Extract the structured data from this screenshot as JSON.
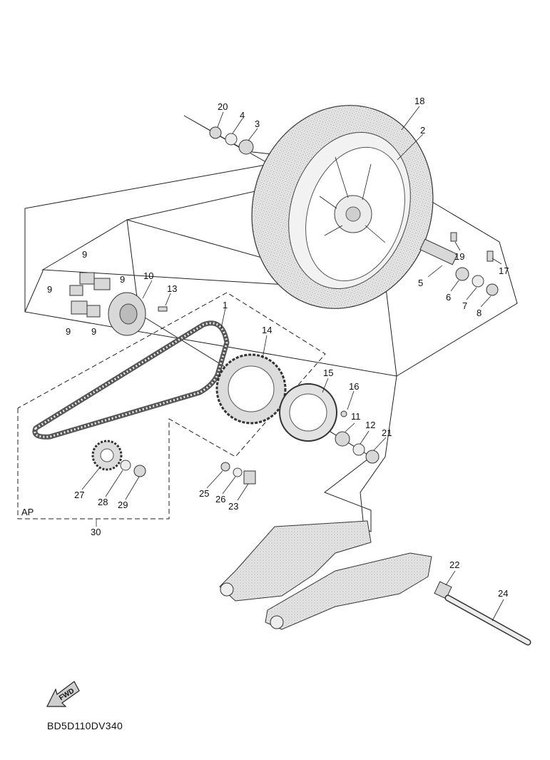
{
  "diagram_code": "BD5D110DV340",
  "assembly_label": "AP",
  "fwd_label": "FWD",
  "callouts": [
    {
      "id": "c1",
      "text": "1"
    },
    {
      "id": "c2",
      "text": "2"
    },
    {
      "id": "c3",
      "text": "3"
    },
    {
      "id": "c4",
      "text": "4"
    },
    {
      "id": "c5",
      "text": "5"
    },
    {
      "id": "c6",
      "text": "6"
    },
    {
      "id": "c7",
      "text": "7"
    },
    {
      "id": "c8",
      "text": "8"
    },
    {
      "id": "c9a",
      "text": "9"
    },
    {
      "id": "c9b",
      "text": "9"
    },
    {
      "id": "c9c",
      "text": "9"
    },
    {
      "id": "c9d",
      "text": "9"
    },
    {
      "id": "c9e",
      "text": "9"
    },
    {
      "id": "c10",
      "text": "10"
    },
    {
      "id": "c11",
      "text": "11"
    },
    {
      "id": "c12",
      "text": "12"
    },
    {
      "id": "c13",
      "text": "13"
    },
    {
      "id": "c14",
      "text": "14"
    },
    {
      "id": "c15",
      "text": "15"
    },
    {
      "id": "c16",
      "text": "16"
    },
    {
      "id": "c17",
      "text": "17"
    },
    {
      "id": "c18",
      "text": "18"
    },
    {
      "id": "c19",
      "text": "19"
    },
    {
      "id": "c20",
      "text": "20"
    },
    {
      "id": "c21",
      "text": "21"
    },
    {
      "id": "c22",
      "text": "22"
    },
    {
      "id": "c23",
      "text": "23"
    },
    {
      "id": "c24",
      "text": "24"
    },
    {
      "id": "c25",
      "text": "25"
    },
    {
      "id": "c26",
      "text": "26"
    },
    {
      "id": "c27",
      "text": "27"
    },
    {
      "id": "c28",
      "text": "28"
    },
    {
      "id": "c29",
      "text": "29"
    },
    {
      "id": "c30",
      "text": "30"
    }
  ]
}
